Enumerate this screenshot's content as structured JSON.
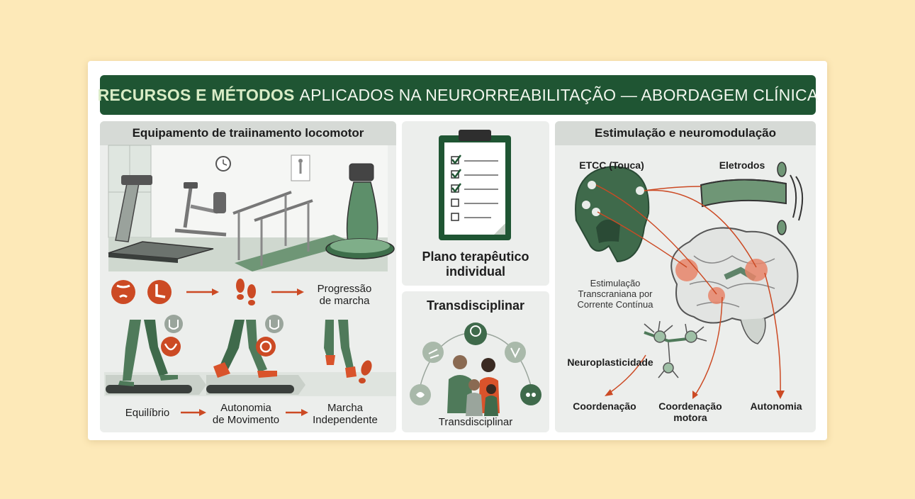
{
  "header": {
    "title_strong": "RECURSOS E MÉTODOS",
    "title_rest": "APLICADOS NA NEURORREABILITAÇÃO — ABORDAGEM CLÍNICA"
  },
  "left_panel": {
    "title": "Equipamento de traiinamento locomotor",
    "progression_label_1": "Progressão",
    "progression_label_2": "de marcha",
    "steps": [
      {
        "line1": "Equilíbrio",
        "line2": ""
      },
      {
        "line1": "Autonomia",
        "line2": "de Movimento"
      },
      {
        "line1": "Marcha",
        "line2": "Independente"
      }
    ]
  },
  "middle_top": {
    "title_1": "Plano terapêutico",
    "title_2": "individual"
  },
  "middle_bottom": {
    "title": "Transdisciplinar",
    "caption": "Transdisciplinar"
  },
  "right_panel": {
    "title": "Estimulação e neuromodulação",
    "cap_label": "ETCC (Touca)",
    "electrodes_label": "Eletrodos",
    "tdcs_1": "Estimulação",
    "tdcs_2": "Transcraniana por",
    "tdcs_3": "Corrente Contínua",
    "neuroplasticity": "Neuroplasticidade",
    "outcomes": [
      {
        "line1": "Coordenação",
        "line2": ""
      },
      {
        "line1": "Coordenação",
        "line2": "motora"
      },
      {
        "line1": "Autonomia",
        "line2": ""
      }
    ]
  },
  "colors": {
    "dark_green": "#1f5533",
    "mid_green": "#4f7a5a",
    "orange_red": "#cc4a24",
    "panel_bg": "#eceeec",
    "panel_head": "#d6dad6",
    "page_bg": "#fde9b8"
  }
}
